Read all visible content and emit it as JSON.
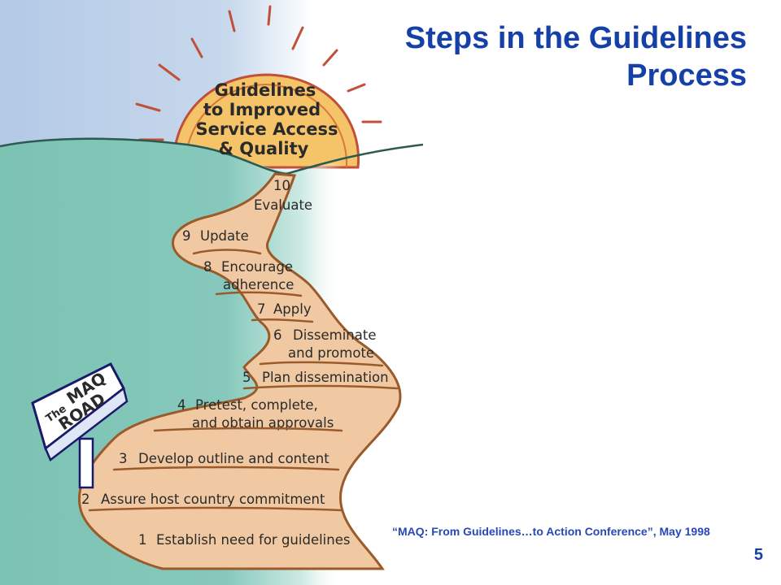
{
  "slide": {
    "title_line1": "Steps in the  Guidelines",
    "title_line2": "Process",
    "citation": "“MAQ:  From Guidelines…to Action Conference”, May 1998",
    "page_number": "5"
  },
  "sun": {
    "lines": [
      "Guidelines",
      "to Improved",
      "Service Access",
      "& Quality"
    ]
  },
  "sign": {
    "the": "The",
    "maq": "MAQ",
    "road": "ROAD"
  },
  "steps": [
    {
      "number": "10",
      "label": "Evaluate"
    },
    {
      "number": "9",
      "label": "Update"
    },
    {
      "number": "8",
      "label": "Encourage",
      "label2": "adherence"
    },
    {
      "number": "7",
      "label": "Apply"
    },
    {
      "number": "6",
      "label": "Disseminate",
      "label2": "and promote"
    },
    {
      "number": "5",
      "label": "Plan dissemination"
    },
    {
      "number": "4",
      "label": "Pretest, complete,",
      "label2": "and obtain approvals"
    },
    {
      "number": "3",
      "label": "Develop outline and content"
    },
    {
      "number": "2",
      "label": "Assure host country commitment"
    },
    {
      "number": "1",
      "label": "Establish need for guidelines"
    }
  ],
  "colors": {
    "title": "#1540a8",
    "sky": "#b7cde8",
    "hills": "#7fc4b6",
    "sun": "#f6c468",
    "road": "#f0c9a2",
    "road_edge": "#9a5a2a"
  }
}
